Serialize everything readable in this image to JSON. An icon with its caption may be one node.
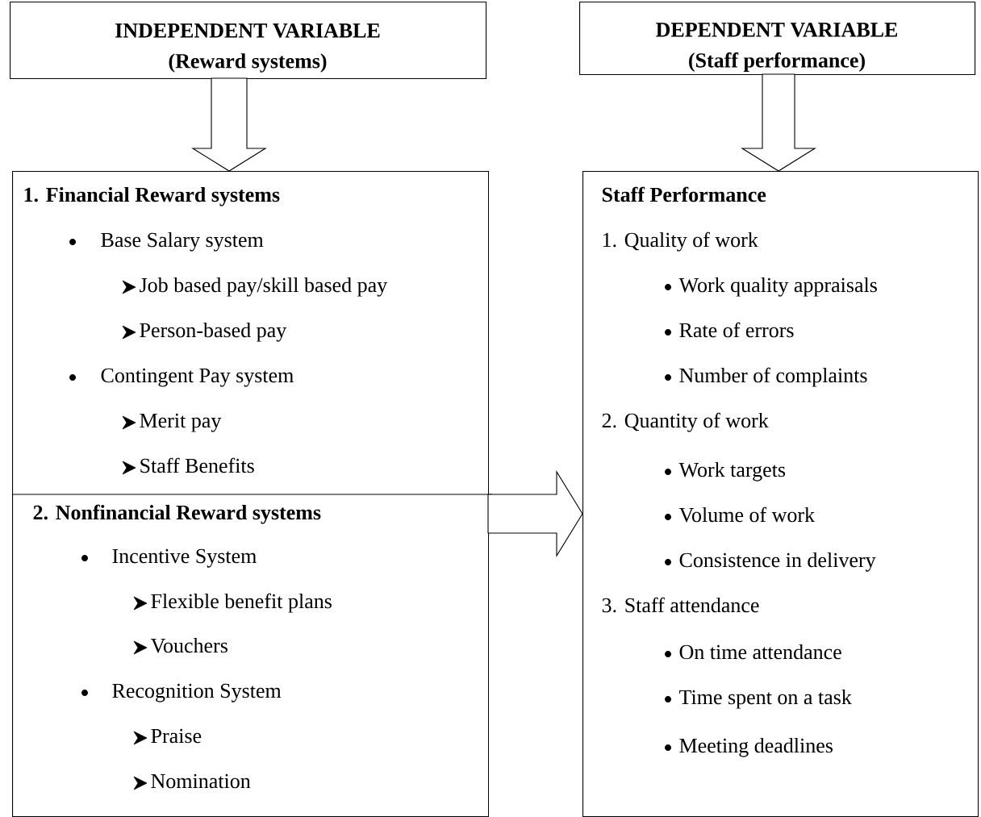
{
  "diagram": {
    "nodes": [
      {
        "text": [
          "INDEPENDENT VARIABLE",
          "(Reward systems)"
        ]
      },
      {
        "text": [
          "DEPENDENT VARIABLE",
          "(Staff performance)"
        ]
      },
      {
        "text": [
          "1. Financial Reward systems",
          "Base Salary system",
          "Job based pay/skill based pay",
          "Person-based pay",
          "Contingent Pay system",
          "Merit pay",
          "Staff Benefits",
          "2. Nonfinancial Reward systems",
          "Incentive System",
          "Flexible benefit plans",
          "Vouchers",
          "Recognition System",
          "Praise",
          "Nomination"
        ]
      },
      {
        "text": [
          "Staff Performance",
          "1. Quality of work",
          "Work quality appraisals",
          "Rate of errors",
          "Number of complaints",
          "2. Quantity of work",
          "Work targets",
          "Volume of work",
          "Consistence in delivery",
          "3. Staff attendance",
          "On time attendance",
          "Time spent on a task",
          "Meeting deadlines"
        ]
      }
    ],
    "edges": [
      {
        "from": 0,
        "to": 2,
        "arrow": "to"
      },
      {
        "from": 1,
        "to": 3,
        "arrow": "to"
      },
      {
        "from": 2,
        "to": 3,
        "arrow": "to"
      }
    ]
  }
}
